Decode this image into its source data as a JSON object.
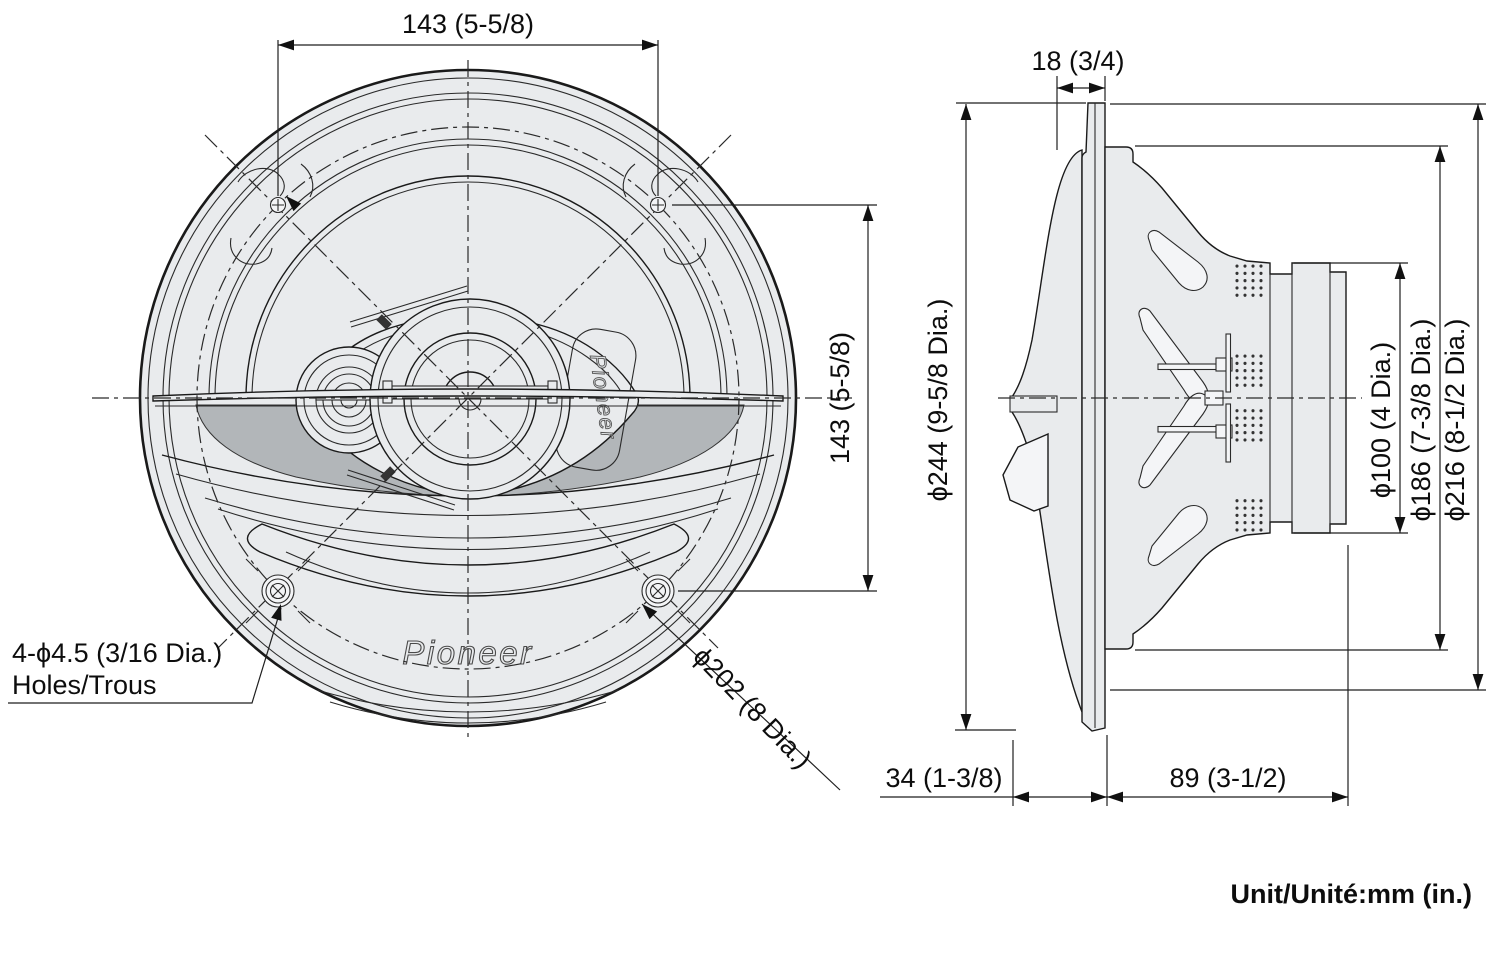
{
  "front_view": {
    "dim_mounting_width": "143 (5-5/8)",
    "dim_mounting_height": "143 (5-5/8)",
    "dim_bolt_circle": "ϕ202 (8 Dia.)",
    "note_holes_line1": "4-ϕ4.5 (3/16 Dia.)",
    "note_holes_line2": "Holes/Trous",
    "brand_logo_bottom": "Pioneer",
    "brand_logo_cone": "Pioneer"
  },
  "side_view": {
    "dim_gasket_od": "ϕ244 (9-5/8 Dia.)",
    "dim_protrusion": "18 (3/4)",
    "dim_front_depth": "34 (1-3/8)",
    "dim_rear_depth": "89 (3-1/2)",
    "dim_magnet_od": "ϕ100 (4 Dia.)",
    "dim_basket_od": "ϕ186 (7-3/8 Dia.)",
    "dim_frame_od": "ϕ216 (8-1/2 Dia.)"
  },
  "footer": {
    "unit_note": "Unit/Unité:mm (in.)"
  },
  "colors": {
    "line": "#1a1a1a",
    "body_fill": "#e9ebed",
    "shadow_fill": "#b2b6b9",
    "background": "#ffffff"
  }
}
